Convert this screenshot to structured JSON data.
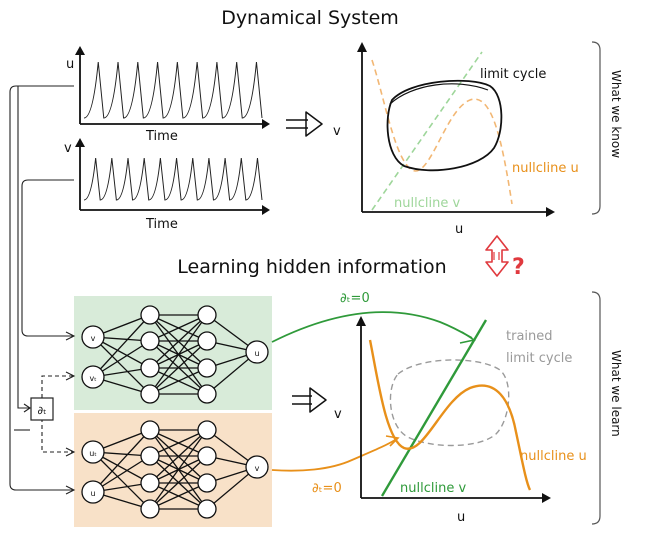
{
  "title": "Dynamical System",
  "middle_title": "Learning hidden information",
  "question_mark": "?",
  "side_top": "What we know",
  "side_bottom": "What we learn",
  "ts_top": {
    "ylabel": "u",
    "xlabel": "Time"
  },
  "ts_bottom": {
    "ylabel": "v",
    "xlabel": "Time"
  },
  "phase_top": {
    "xlabel": "u",
    "ylabel": "v",
    "limit_cycle": "limit cycle",
    "nullcline_u": "nullcline u",
    "nullcline_v": "nullcline v"
  },
  "phase_bottom": {
    "xlabel": "u",
    "ylabel": "v",
    "trained_1": "trained",
    "trained_2": "limit cycle",
    "nullcline_u": "nullcline u",
    "nullcline_v": "nullcline v"
  },
  "annot_top": "∂ₜ=0",
  "annot_bottom": "∂ₜ=0",
  "net_top": {
    "inputs": [
      "v",
      "vₜ"
    ],
    "output": "u"
  },
  "net_bottom": {
    "inputs": [
      "uₜ",
      "u"
    ],
    "output": "v"
  },
  "deriv_op": "∂ₜ",
  "colors": {
    "green_fill": "#d8ebd9",
    "orange_fill": "#f8e1c8",
    "green": "#2f9a3a",
    "orange": "#e8901a",
    "light_green": "#9ed69a",
    "light_orange": "#f2b774",
    "gray": "#9a9a9a",
    "red": "#e0393e"
  }
}
